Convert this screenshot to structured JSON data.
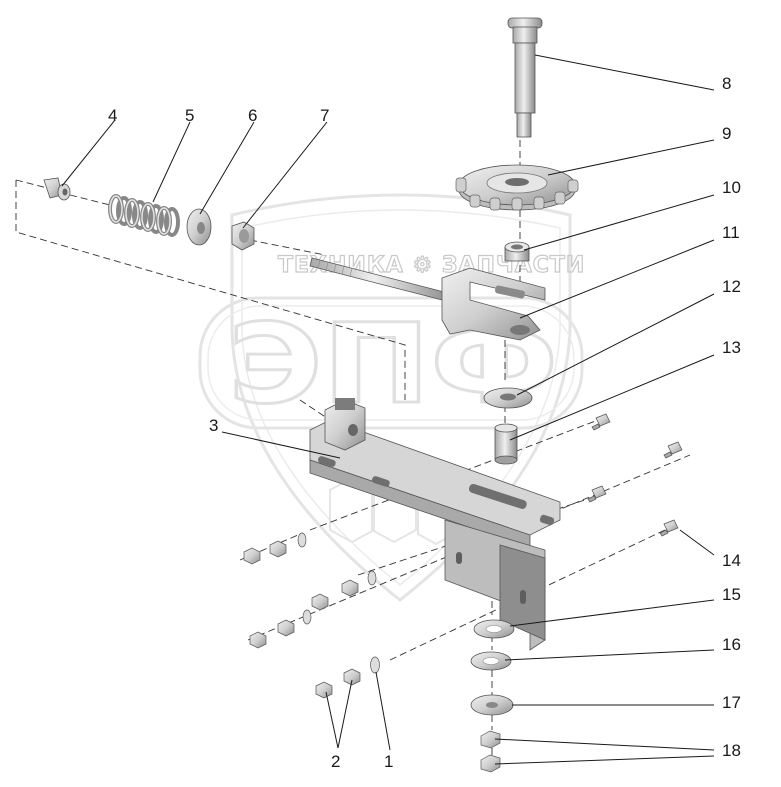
{
  "watermark": {
    "text": "ТЕХНИКА ⚙ ЗАПЧАСТИ",
    "logo": "ЭПФ"
  },
  "callouts": [
    {
      "id": "c1",
      "label": "1"
    },
    {
      "id": "c2",
      "label": "2"
    },
    {
      "id": "c3",
      "label": "3"
    },
    {
      "id": "c4",
      "label": "4"
    },
    {
      "id": "c5",
      "label": "5"
    },
    {
      "id": "c6",
      "label": "6"
    },
    {
      "id": "c7",
      "label": "7"
    },
    {
      "id": "c8",
      "label": "8"
    },
    {
      "id": "c9",
      "label": "9"
    },
    {
      "id": "c10",
      "label": "10"
    },
    {
      "id": "c11",
      "label": "11"
    },
    {
      "id": "c12",
      "label": "12"
    },
    {
      "id": "c13",
      "label": "13"
    },
    {
      "id": "c14",
      "label": "14"
    },
    {
      "id": "c15",
      "label": "15"
    },
    {
      "id": "c16",
      "label": "16"
    },
    {
      "id": "c17",
      "label": "17"
    },
    {
      "id": "c18",
      "label": "18"
    }
  ],
  "colors": {
    "part_fill": "#d8d8d8",
    "part_dark": "#9a9a9a",
    "watermark": "#cfcfcf",
    "ink": "#1a1a1a"
  }
}
